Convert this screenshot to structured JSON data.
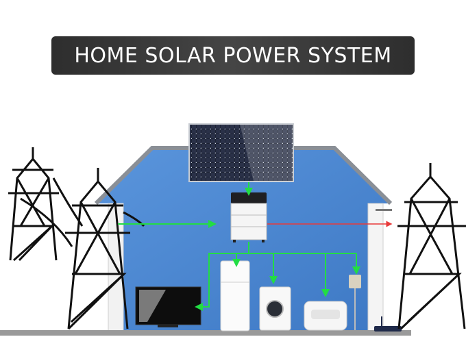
{
  "title": "HOME SOLAR POWER SYSTEM",
  "colors": {
    "banner_bg": "#3a3a3a",
    "title_text": "#ffffff",
    "wall_blue": "#4a86d0",
    "roof_gray": "#8a8f96",
    "flow_green": "#22dd44",
    "flow_red": "#e83a3a",
    "tower_black": "#111111"
  },
  "components": {
    "solar_panel": "solar-panel",
    "battery_inverter": "battery-inverter",
    "grid_left": "power-tower-left",
    "grid_right": "power-tower-right",
    "appliances": [
      "television",
      "refrigerator",
      "washing-machine",
      "armchair",
      "lamp",
      "wifi-router"
    ]
  },
  "flows": [
    {
      "from": "solar-panel",
      "to": "battery-inverter",
      "color": "green"
    },
    {
      "from": "grid-left",
      "to": "battery-inverter",
      "color": "green"
    },
    {
      "from": "battery-inverter",
      "to": "grid-right",
      "color": "red"
    },
    {
      "from": "battery-inverter",
      "to": "television",
      "color": "green"
    },
    {
      "from": "battery-inverter",
      "to": "refrigerator",
      "color": "green"
    },
    {
      "from": "battery-inverter",
      "to": "washing-machine",
      "color": "green"
    },
    {
      "from": "battery-inverter",
      "to": "armchair",
      "color": "green"
    },
    {
      "from": "battery-inverter",
      "to": "lamp",
      "color": "green"
    }
  ]
}
